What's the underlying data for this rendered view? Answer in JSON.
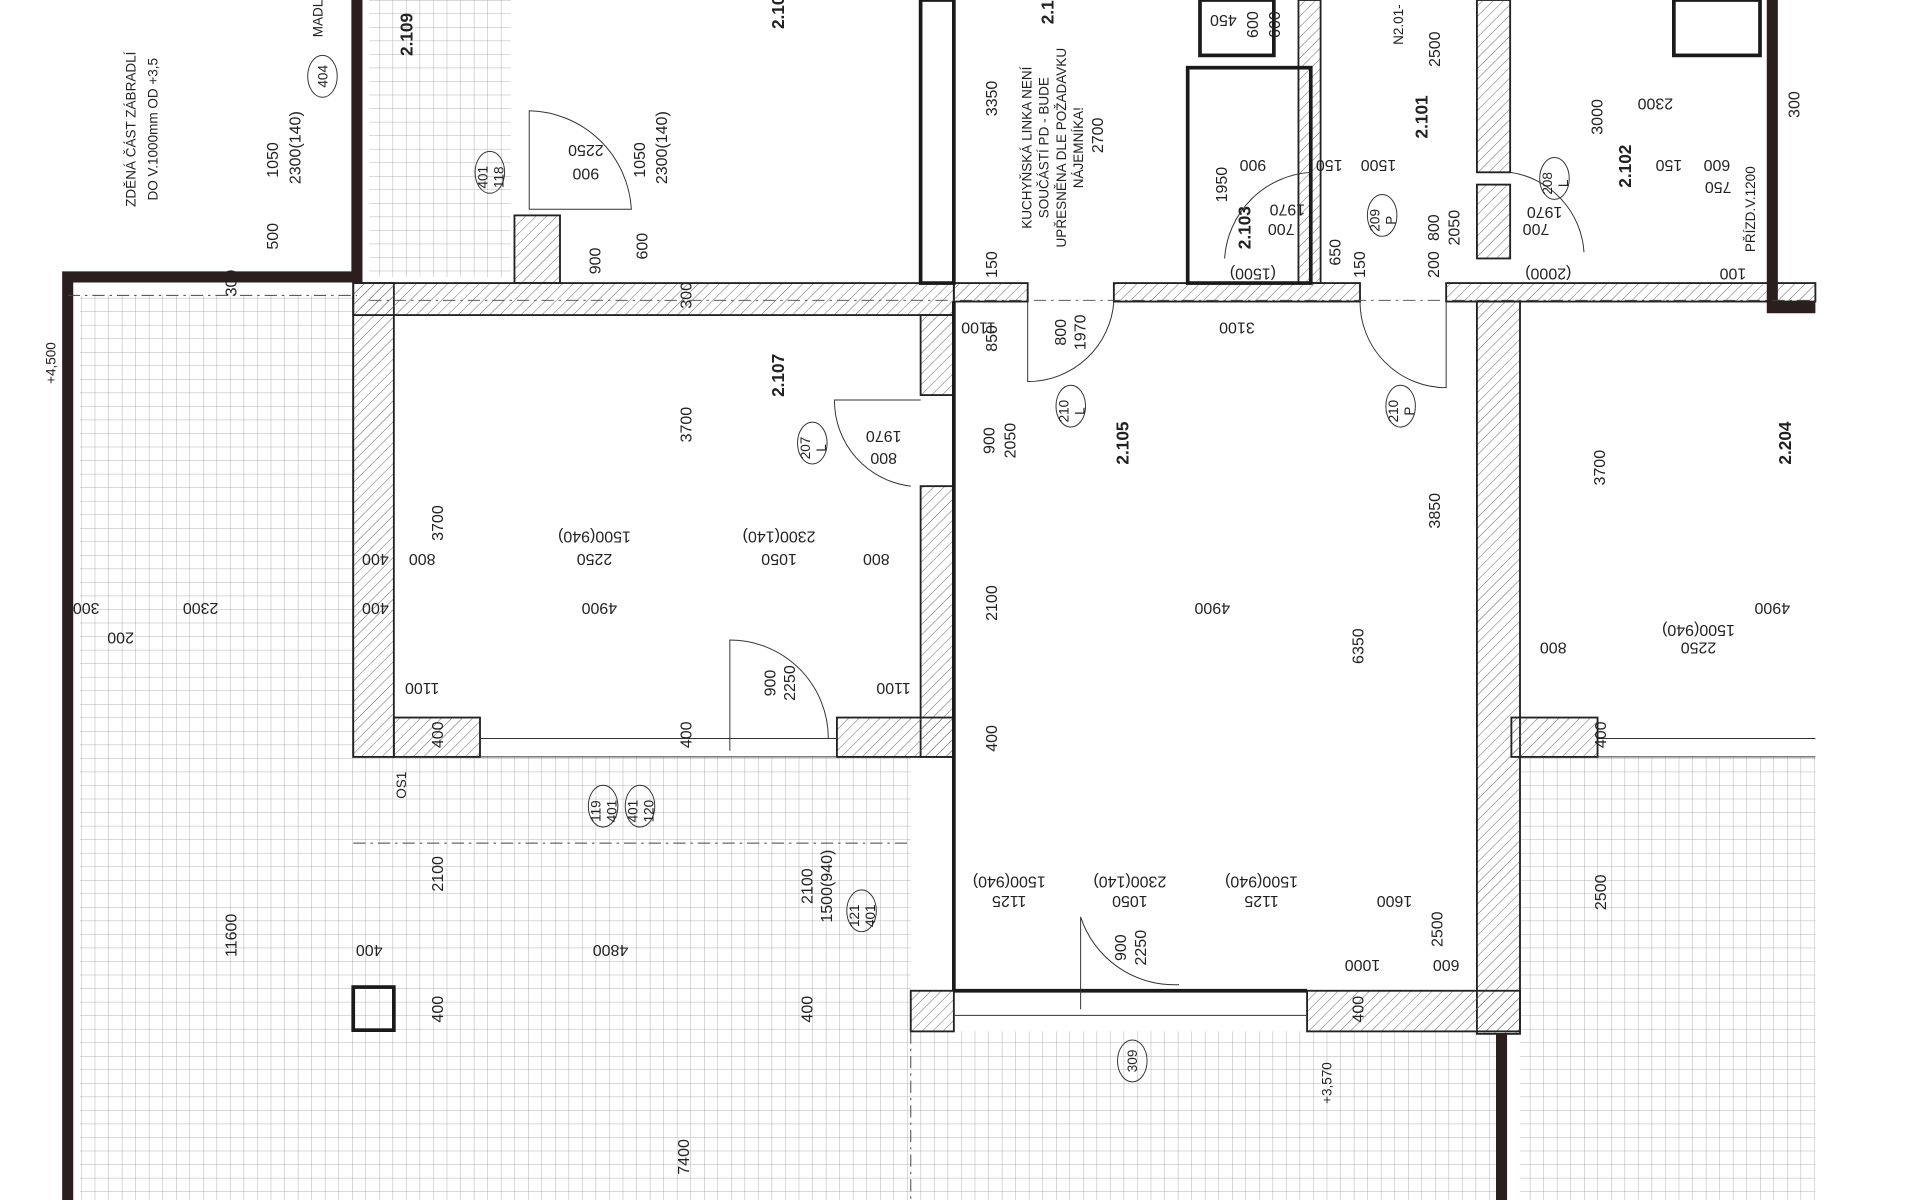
{
  "rooms": [
    "2.109",
    "2.107",
    "2.105",
    "2.204",
    "2.101",
    "2.102",
    "2.103",
    "2.10",
    "2.1"
  ],
  "notes": {
    "railing_1": "ZDĚNÁ ČÁST ZÁBRADLÍ",
    "railing_2": "DO V.1000mm OD +3,5",
    "kitchen_1": "KUCHYŇSKÁ LINKA NENÍ",
    "kitchen_2": "SOUČÁSTÍ PD - BUDE",
    "kitchen_3": "UPŘESNĚNA DLE POŽADAVKU",
    "kitchen_4": "NÁJEMNÍKA!",
    "handrail": "MADL",
    "code": "N2.01-",
    "parapet": "PŘÍZD.V.1200",
    "level_upper": "+4,500",
    "level_lower": "+3,570",
    "column": "OS1"
  },
  "tags": [
    [
      "404",
      ""
    ],
    [
      "401",
      "118"
    ],
    [
      "207",
      "L"
    ],
    [
      "209",
      "P"
    ],
    [
      "208",
      "L"
    ],
    [
      "210",
      "L"
    ],
    [
      "210",
      "P"
    ],
    [
      "119",
      "401"
    ],
    [
      "401",
      "120"
    ],
    [
      "121",
      "401"
    ],
    [
      "309",
      ""
    ]
  ],
  "dims": [
    "4900",
    "2250",
    "1500(940)",
    "1050",
    "2300(140)",
    "800",
    "800",
    "400",
    "400",
    "2300",
    "300",
    "200",
    "1100",
    "1100",
    "4900",
    "3100",
    "1100",
    "1125",
    "1125",
    "1500(940)",
    "1500(940)",
    "1050",
    "2300(140)",
    "1600",
    "1000",
    "600",
    "4800",
    "400",
    "4900",
    "2250",
    "1500(940)",
    "800",
    "1970",
    "800",
    "2250",
    "900",
    "3700",
    "3700",
    "2100",
    "6350",
    "3850",
    "900",
    "2050",
    "850",
    "800",
    "1970",
    "2100",
    "11600",
    "400",
    "400",
    "400",
    "400",
    "400",
    "400",
    "400",
    "2100",
    "1500(940)",
    "900",
    "2250",
    "900",
    "2250",
    "2500",
    "2500",
    "3700",
    "7400",
    "3350",
    "2700",
    "1050",
    "2300(140)",
    "1050",
    "2300(140)",
    "500",
    "600",
    "900",
    "300",
    "300",
    "2500",
    "1950",
    "650",
    "800",
    "2050",
    "200",
    "150",
    "150",
    "3000",
    "900",
    "1500",
    "150",
    "1970",
    "700",
    "(1500)",
    "(2000)",
    "1970",
    "700",
    "600",
    "600",
    "450",
    "2300",
    "600",
    "150",
    "750",
    "100",
    "300"
  ]
}
